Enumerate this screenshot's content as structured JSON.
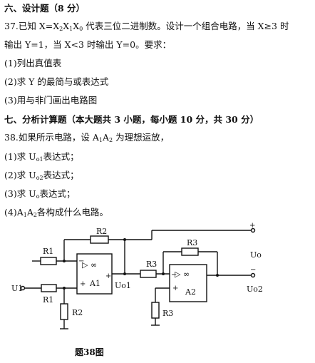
{
  "section6": {
    "heading": "六、设计题（8 分）",
    "q37_line1_a": "37.已知 X=X",
    "q37_sub2": "2",
    "q37_x1": "X",
    "q37_sub1": "1",
    "q37_x0": "X",
    "q37_sub0": "0",
    "q37_line1_b": " 代表三位二进制数。设计一个组合电路，当 X≥3 时",
    "q37_line2": "输出 Y=1，当 X<3 时输出 Y=0。要求：",
    "q37_req1": "(1)列出真值表",
    "q37_req2": "(2)求 Y 的最简与或表达式",
    "q37_req3": "(3)用与非门画出电路图"
  },
  "section7": {
    "heading": "七、分析计算题（本大题共 3 小题，每小题 10 分，共 30 分）",
    "q38_intro_a": "38.如果所示电路，设 A",
    "q38_intro_sub1": "1",
    "q38_intro_a2": "A",
    "q38_intro_sub2": "2",
    "q38_intro_b": " 为理想运放，",
    "p1_a": "(1)求 U",
    "p1_sub": "o1",
    "p1_b": "表达式；",
    "p2_a": "(2)求 U",
    "p2_sub": "o2",
    "p2_b": "表达式；",
    "p3_a": "(3)求 U",
    "p3_sub": "o",
    "p3_b": "表达式；",
    "p4_a": "(4)A",
    "p4_sub1": "1",
    "p4_a2": "A",
    "p4_sub2": "2",
    "p4_b": "各构成什么电路。"
  },
  "circuit": {
    "r1_top": "R1",
    "r2_top": "R2",
    "r3_top": "R3",
    "r3_mid": "R3",
    "u1": "U1",
    "r1_bottom": "R1",
    "r2_bottom": "R2",
    "r3_bottom": "R3",
    "a1": "A1",
    "a2": "A2",
    "uo1": "Uo1",
    "uo": "Uo",
    "uo2": "Uo2",
    "opamp_symbol": "▷ ∞",
    "minus": "−",
    "plus": "+"
  },
  "caption": "题38图"
}
